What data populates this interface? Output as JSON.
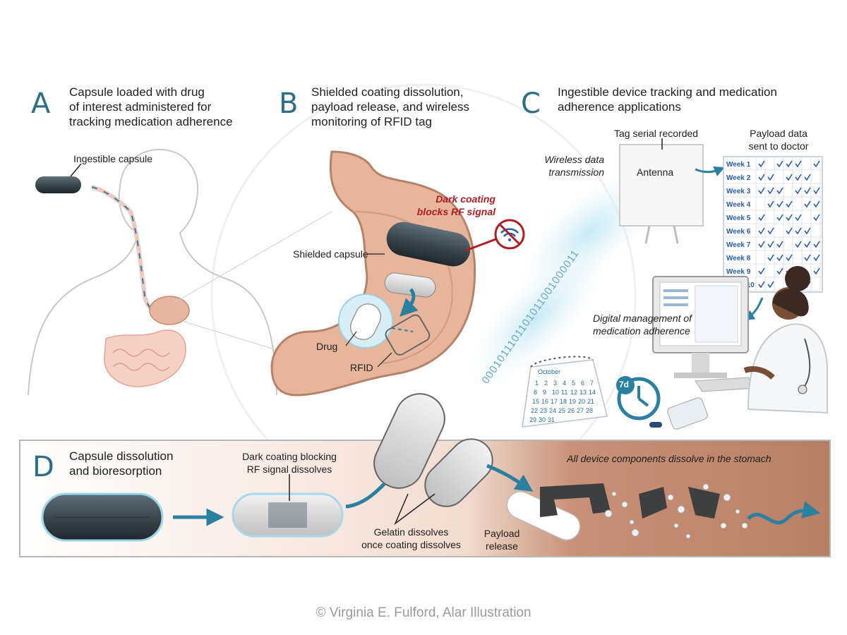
{
  "panels": {
    "a": {
      "letter": "A",
      "title_lines": [
        "Capsule loaded with drug",
        "of interest administered for",
        "tracking medication adherence"
      ],
      "capsule_label": "Ingestible capsule"
    },
    "b": {
      "letter": "B",
      "title_lines": [
        "Shielded coating dissolution,",
        "payload release, and wireless",
        "monitoring of RFID tag"
      ],
      "blocked_lines": [
        "Dark coating",
        "blocks RF signal"
      ],
      "shielded_label": "Shielded capsule",
      "drug_label": "Drug",
      "rfid_label": "RFID"
    },
    "c": {
      "letter": "C",
      "title_lines": [
        "Ingestible device tracking and medication",
        "adherence applications"
      ],
      "tag_serial": "Tag serial recorded",
      "antenna": "Antenna",
      "wireless_lines": [
        "Wireless data",
        "transmission"
      ],
      "payload_lines": [
        "Payload data",
        "sent to doctor"
      ],
      "digital_lines": [
        "Digital management of",
        "medication adherence"
      ],
      "binary": "0001011101101011001000011",
      "weeks": [
        "Week 1",
        "Week 2",
        "Week 3",
        "Week 4",
        "Week 5",
        "Week 6",
        "Week 7",
        "Week 8",
        "Week 9",
        "Week 10"
      ],
      "calendar_month": "October",
      "timer_label": "7d"
    },
    "d": {
      "letter": "D",
      "title_lines": [
        "Capsule dissolution",
        "and bioresorption"
      ],
      "coating_lines": [
        "Dark coating blocking",
        "RF signal dissolves"
      ],
      "gelatin_lines": [
        "Gelatin dissolves",
        "once coating dissolves"
      ],
      "payload_lines": [
        "Payload",
        "release"
      ],
      "stomach_note": "All device components dissolve in the stomach"
    }
  },
  "credit": "© Virginia E. Fulford, Alar Illustration",
  "colors": {
    "accent": "#2c6f86",
    "arrow": "#2b7fa0",
    "warning": "#b01d24",
    "stomach": "#e7b59a"
  },
  "icons": [
    "no-wifi-icon",
    "clock-icon",
    "calendar-icon",
    "monitor-icon",
    "doctor-figure",
    "pill-bottle-icon"
  ]
}
